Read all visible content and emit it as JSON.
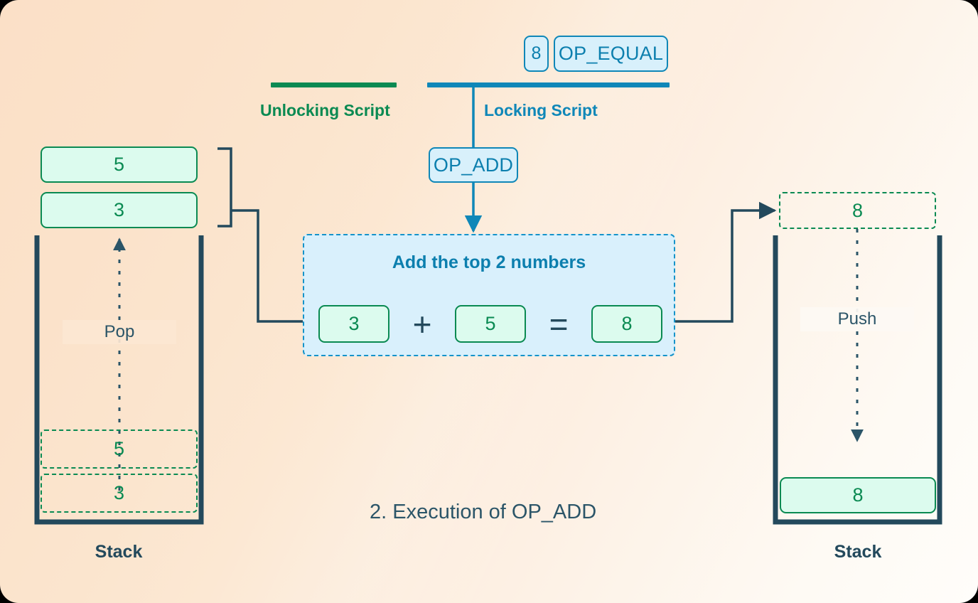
{
  "caption": "2. Execution of OP_ADD",
  "scripts": {
    "unlocking": {
      "label": "Unlocking Script",
      "color": "#0a8a52"
    },
    "locking": {
      "label": "Locking Script",
      "color": "#0f87b8",
      "items": [
        "8",
        "OP_EQUAL"
      ]
    }
  },
  "current_op": {
    "label": "OP_ADD"
  },
  "op_panel": {
    "title": "Add the top 2 numbers",
    "operand_a": "3",
    "plus": "+",
    "operand_b": "5",
    "equals": "=",
    "result": "8"
  },
  "left_stack": {
    "label": "Stack",
    "action": "Pop",
    "popped_items": [
      "5",
      "3"
    ],
    "ghost_items": [
      "5",
      "3"
    ]
  },
  "right_stack": {
    "label": "Stack",
    "action": "Push",
    "ghost_items": [
      "8"
    ],
    "items": [
      "8"
    ]
  },
  "colors": {
    "green": "#0a8a52",
    "green_fill": "#dcfbee",
    "blue": "#0f87b8",
    "blue_fill": "#d8f0fb",
    "panel_fill": "#d9f0fc",
    "navy": "#23495c"
  }
}
